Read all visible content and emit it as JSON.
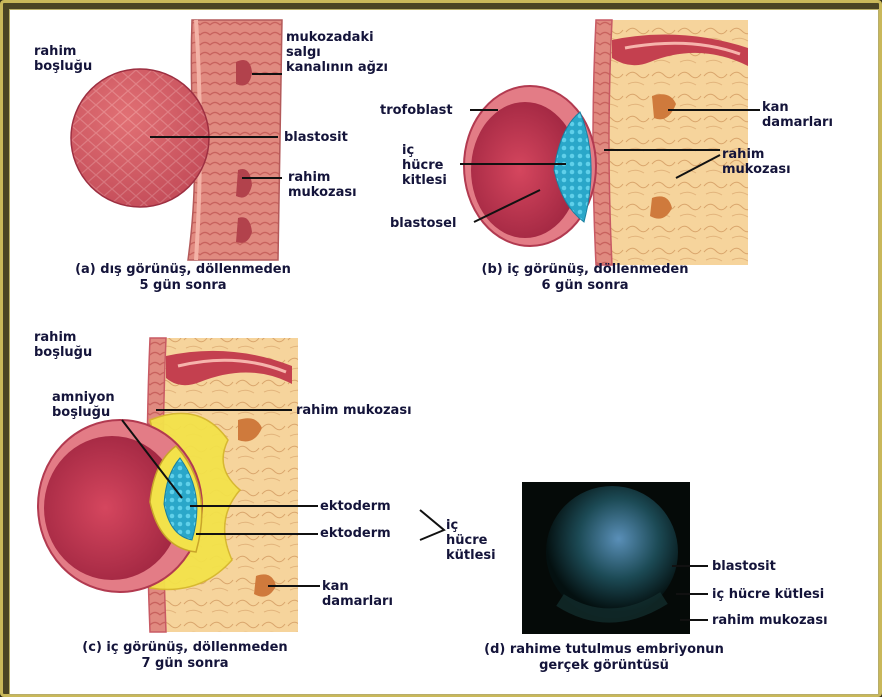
{
  "colors": {
    "frame": "#c9b85a",
    "label": "#14143a",
    "muscle": "#d9776f",
    "blastocyst": "#b8344e",
    "icm": "#2aa7c9",
    "yolk": "#f3e24a",
    "mucosa": "#f6d49c"
  },
  "panel_a": {
    "cavity_label": "rahim\nboşluğu",
    "gland_label": "mukozadaki\nsalgı\nkanalının ağzı",
    "blastocyst_label": "blastosit",
    "mucosa_label": "rahim\nmukozası",
    "caption": "(a) dış görünüş, döllenmeden\n5 gün sonra"
  },
  "panel_b": {
    "trophoblast_label": "trofoblast",
    "icm_label": "iç\nhücre\nkitlesi",
    "blastocoel_label": "blastosel",
    "vessels_label": "kan\ndamarları",
    "mucosa_label": "rahim\nmukozası",
    "caption": "(b) iç görünüş, döllenmeden\n6 gün sonra"
  },
  "panel_c": {
    "cavity_label": "rahim\nboşluğu",
    "amnion_label": "amniyon\nboşluğu",
    "mucosa_label": "rahim mukozası",
    "ectoderm1_label": "ektoderm",
    "ectoderm2_label": "ektoderm",
    "icm_label": "iç\nhücre\nkütlesi",
    "vessels_label": "kan\ndamarları",
    "caption": "(c) iç görünüş, döllenmeden\n7 gün sonra"
  },
  "panel_d": {
    "blastocyst_label": "blastosit",
    "icm_label": "iç hücre kütlesi",
    "mucosa_label": "rahim mukozası",
    "caption": "(d) rahime tutulmus embriyonun\ngerçek görüntüsü"
  }
}
